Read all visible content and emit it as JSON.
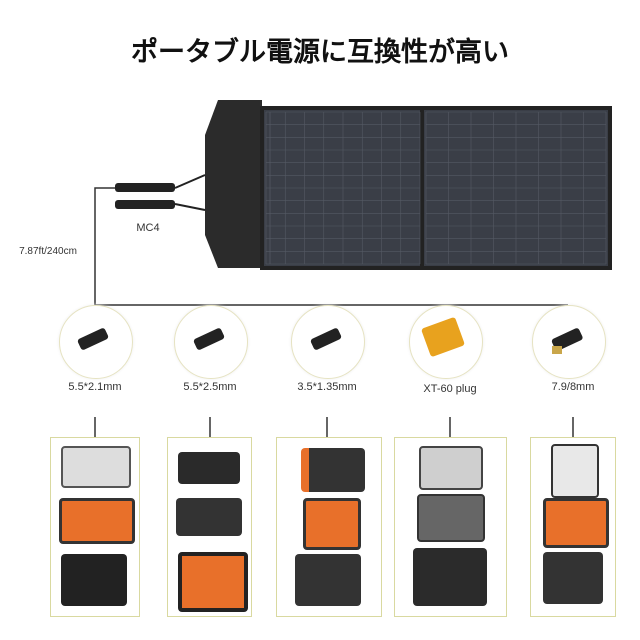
{
  "title": "ポータブル電源に互換性が高い",
  "connector_label": "MC4",
  "cable_length": "7.87ft/240cm",
  "plugs": [
    {
      "label": "5.5*2.1mm"
    },
    {
      "label": "5.5*2.5mm"
    },
    {
      "label": "3.5*1.35mm"
    },
    {
      "label": "XT-60 plug"
    },
    {
      "label": "7.9/8mm"
    }
  ],
  "colors": {
    "panel": "#2a2d33",
    "box_border": "#d9d9a0",
    "accent_orange": "#e8702a",
    "xt60_yellow": "#e8a21e"
  }
}
